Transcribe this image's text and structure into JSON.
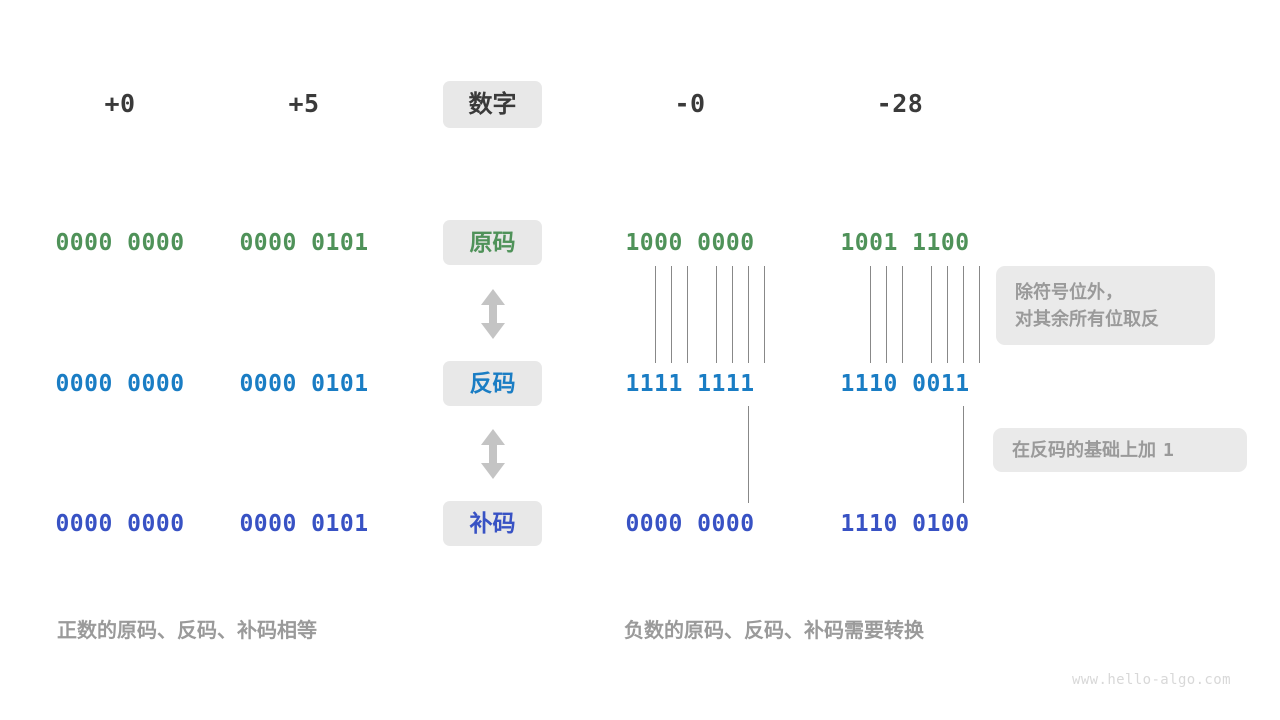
{
  "header": {
    "label_chip": "数字",
    "columns": [
      {
        "name": "plus-zero",
        "value": "+0"
      },
      {
        "name": "plus-five",
        "value": "+5"
      },
      {
        "name": "minus-zero",
        "value": "-0"
      },
      {
        "name": "minus-28",
        "value": "-28"
      }
    ]
  },
  "rows": [
    {
      "key": "yuanma",
      "label": "原码",
      "color": "#4f9259",
      "cells": [
        "0000 0000",
        "0000 0101",
        "1000 0000",
        "1001 1100"
      ]
    },
    {
      "key": "fanma",
      "label": "反码",
      "color": "#1a7dc4",
      "cells": [
        "0000 0000",
        "0000 0101",
        "1111 1111",
        "1110 0011"
      ]
    },
    {
      "key": "buma",
      "label": "补码",
      "color": "#3852c4",
      "cells": [
        "0000 0000",
        "0000 0101",
        "0000 0000",
        "1110 0100"
      ]
    }
  ],
  "arrows": [
    {
      "name": "arrow-yuan-to-fan",
      "glyph": "up-down-arrow-icon"
    },
    {
      "name": "arrow-fan-to-bu",
      "glyph": "up-down-arrow-icon"
    }
  ],
  "notes": [
    {
      "name": "note-invert-bits",
      "line1": "除符号位外，",
      "line2": "对其余所有位取反"
    },
    {
      "name": "note-add-one",
      "text": "在反码的基础上加",
      "value": "1"
    }
  ],
  "captions": {
    "left": "正数的原码、反码、补码相等",
    "right": "负数的原码、反码、补码需要转换"
  },
  "watermark": "www.hello-algo.com",
  "colors": {
    "chip_bg": "#e8e8e8",
    "note_bg": "#eaeaea",
    "note_text": "#9a9a9a",
    "heading_text": "#3a3a3a",
    "line": "#888888",
    "arrow": "#c4c4c4",
    "watermark": "#d8d8d8"
  }
}
